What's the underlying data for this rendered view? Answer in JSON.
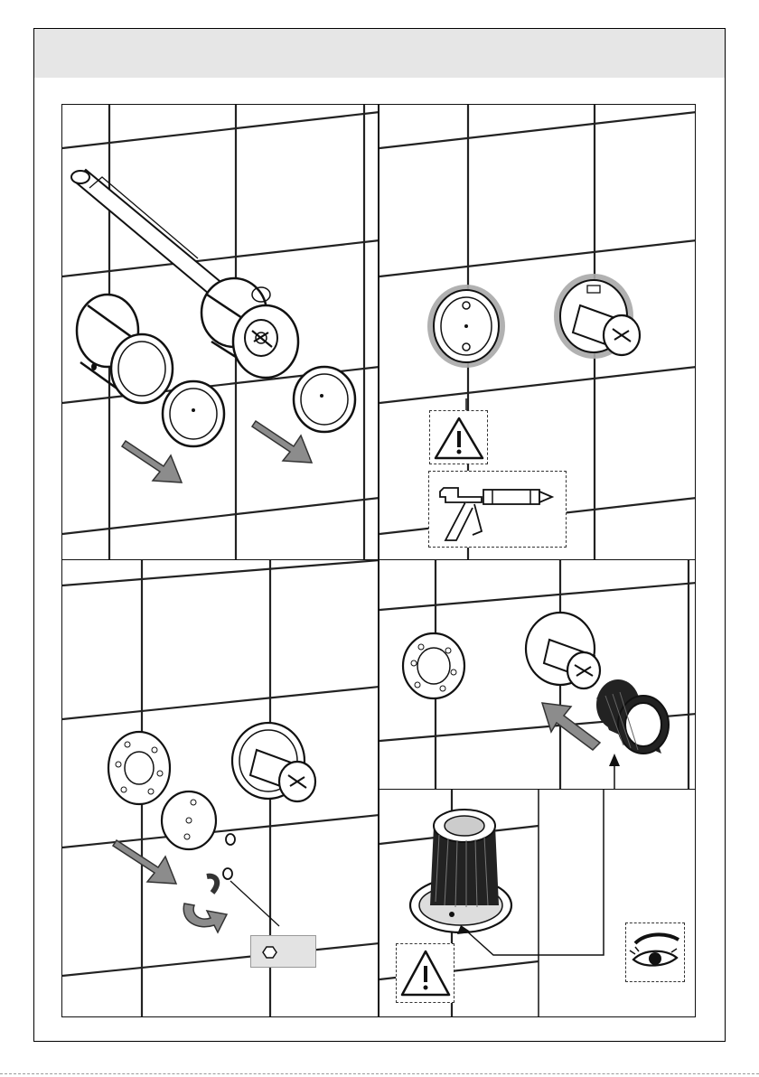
{
  "header": {
    "title": ""
  },
  "steps": [
    {
      "id": "step-1",
      "action": "remove-handles-and-caps",
      "tool": "pin-spanner-icon",
      "arrow": "pull-out-arrow-icon"
    },
    {
      "id": "step-2",
      "action": "apply-sealant-around-flanges",
      "warning": "warning-triangle-icon",
      "tool": "caulking-gun-icon"
    },
    {
      "id": "step-3",
      "action": "fit-backplate-and-screws",
      "tool": "hex-key-icon",
      "arrow": "rotate-arrow-icon"
    },
    {
      "id": "step-4",
      "action": "mount-knurled-handle",
      "arrow": "push-in-arrow-icon"
    },
    {
      "id": "step-5",
      "action": "check-alignment-mark",
      "warning": "warning-triangle-icon",
      "check": "eye-icon"
    }
  ],
  "colors": {
    "header_band": "#e6e6e6",
    "arrow_fill": "#8c8c8c",
    "sealant": "#a9a9a9"
  }
}
